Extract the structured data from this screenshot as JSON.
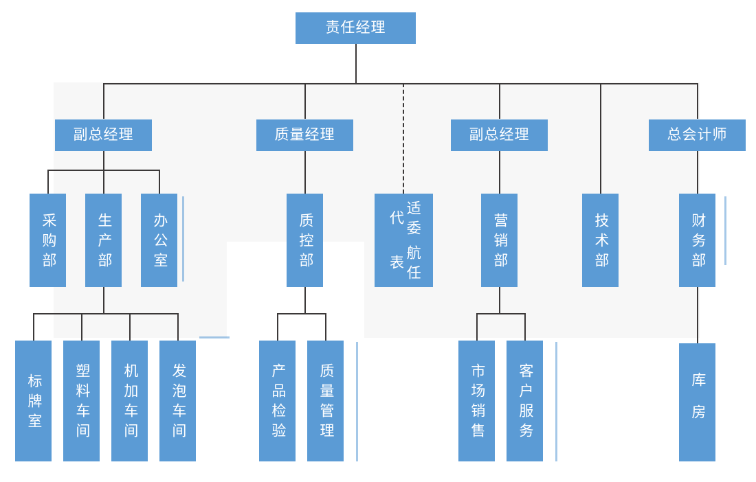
{
  "diagram": {
    "type": "organization-chart",
    "title_box": {
      "label": "责任经理"
    },
    "colors": {
      "box_fill": "#5b9bd5",
      "box_text": "#ffffff",
      "connector": "#3b3838",
      "panel_background": "#f7f7f7",
      "page_background": "#ffffff"
    },
    "level2": [
      {
        "id": "deputy-gm-left",
        "label": "副总经理"
      },
      {
        "id": "quality-manager",
        "label": "质量经理"
      },
      {
        "id": "deputy-gm-right",
        "label": "副总经理"
      },
      {
        "id": "chief-accountant",
        "label": "总会计师"
      }
    ],
    "level3": [
      {
        "id": "purchasing-dept",
        "label": "采购部",
        "parent": "deputy-gm-left"
      },
      {
        "id": "production-dept",
        "label": "生产部",
        "parent": "deputy-gm-left"
      },
      {
        "id": "office",
        "label": "办公室",
        "parent": "deputy-gm-left"
      },
      {
        "id": "quality-control",
        "label": "质控部",
        "parent": "quality-manager"
      },
      {
        "id": "airworthiness-rep",
        "label": "适航委任代表",
        "label_col_right": "适委代",
        "label_col_left": "航任表",
        "parent": "responsible-manager",
        "link": "dashed"
      },
      {
        "id": "marketing-dept",
        "label": "营销部",
        "parent": "deputy-gm-right"
      },
      {
        "id": "technology-dept",
        "label": "技术部",
        "parent": "responsible-manager"
      },
      {
        "id": "finance-dept",
        "label": "财务部",
        "parent": "chief-accountant"
      }
    ],
    "level4": [
      {
        "id": "sign-room",
        "label": "标牌室",
        "parent": "production-dept"
      },
      {
        "id": "plastics-shop",
        "label": "塑料车间",
        "parent": "production-dept"
      },
      {
        "id": "machining-shop",
        "label": "机加车间",
        "parent": "production-dept"
      },
      {
        "id": "foaming-shop",
        "label": "发泡车间",
        "parent": "production-dept"
      },
      {
        "id": "product-inspect",
        "label": "产品检验",
        "parent": "quality-control"
      },
      {
        "id": "quality-mgmt",
        "label": "质量管理",
        "parent": "quality-control"
      },
      {
        "id": "market-sales",
        "label": "市场销售",
        "parent": "marketing-dept"
      },
      {
        "id": "customer-service",
        "label": "客户服务",
        "parent": "marketing-dept"
      },
      {
        "id": "warehouse",
        "label": "库房",
        "parent": "finance-dept"
      }
    ]
  }
}
